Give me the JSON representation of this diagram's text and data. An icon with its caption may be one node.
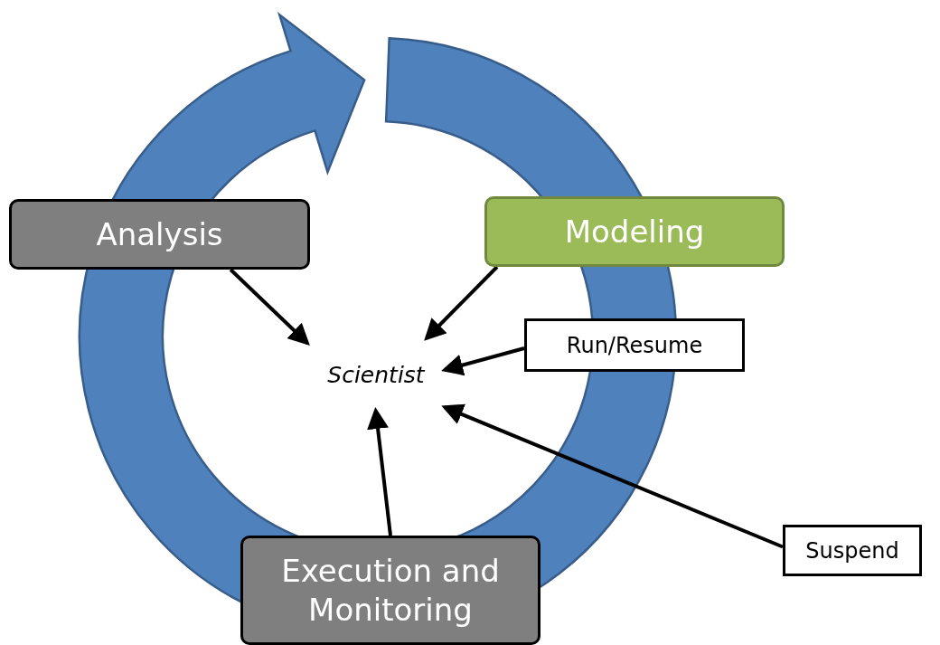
{
  "diagram": {
    "nodes": [
      {
        "text": [
          "Analysis"
        ]
      },
      {
        "text": [
          "Modeling"
        ]
      },
      {
        "text": [
          "Scientist"
        ]
      },
      {
        "text": [
          "Run/Resume"
        ]
      },
      {
        "text": [
          "Execution and Monitoring"
        ]
      },
      {
        "text": [
          "Suspend"
        ]
      }
    ],
    "edges": [
      {
        "from": 0,
        "to": 2,
        "arrow": "to"
      },
      {
        "from": 1,
        "to": 2,
        "arrow": "to"
      },
      {
        "from": 3,
        "to": 2,
        "arrow": "to"
      },
      {
        "from": 4,
        "to": 2,
        "arrow": "to"
      },
      {
        "from": 5,
        "to": 2,
        "arrow": "to"
      }
    ]
  }
}
